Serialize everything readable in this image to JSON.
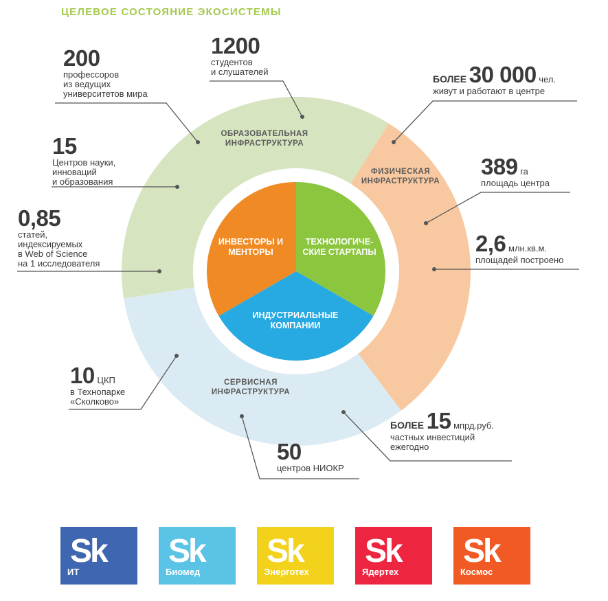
{
  "title": "ЦЕЛЕВОЕ СОСТОЯНИЕ ЭКОСИСТЕМЫ",
  "colors": {
    "education": "#d7e4c0",
    "physical": "#f8c9a0",
    "service": "#dbebf3",
    "investors": "#f08a24",
    "startups": "#8cc63f",
    "industrial": "#27a9e1",
    "accent_title": "#a4c94b",
    "line": "#555555"
  },
  "segments": {
    "education": "ОБРАЗОВАТЕЛЬНАЯ ИНФРАСТРУКТУРА",
    "physical": "ФИЗИЧЕСКАЯ ИНФРАСТРУКТУРА",
    "service": "СЕРВИСНАЯ ИНФРАСТРУКТУРА"
  },
  "core": {
    "investors": "ИНВЕСТОРЫ И МЕНТОРЫ",
    "startups": "ТЕХНОЛОГИЧЕ- СКИЕ СТАРТАПЫ",
    "industrial": "ИНДУСТРИАЛЬНЫЕ КОМПАНИИ"
  },
  "stats": {
    "professors": {
      "value": "200",
      "text1": "профессоров",
      "text2": "из ведущих",
      "text3": "университетов мира"
    },
    "students": {
      "value": "1200",
      "text1": "студентов",
      "text2": "и слушателей"
    },
    "people": {
      "prefix": "БОЛЕЕ",
      "value": "30 000",
      "unit": "чел.",
      "text1": "живут и работают в центре"
    },
    "centers": {
      "value": "15",
      "text1": "Центров науки,",
      "text2": "инноваций",
      "text3": "и образования"
    },
    "area": {
      "value": "389",
      "unit": "га",
      "text1": "площадь центра"
    },
    "articles": {
      "value": "0,85",
      "text1": "статей,",
      "text2": "индексируемых",
      "text3": "в Web of Science",
      "text4": "на 1 исследователя"
    },
    "built": {
      "value": "2,6",
      "unit": "млн.кв.м.",
      "text1": "площадей построено"
    },
    "ckp": {
      "value": "10",
      "unit": "ЦКП",
      "text1": "в Технопарке",
      "text2": "«Сколково»"
    },
    "investments": {
      "prefix": "БОЛЕЕ",
      "value": "15",
      "unit": "мпрд.руб.",
      "text1": "частных инвестиций",
      "text2": "ежегодно"
    },
    "niokr": {
      "value": "50",
      "text1": "центров НИОКР"
    }
  },
  "logos": [
    {
      "mark": "Sk",
      "name": "ИТ",
      "color": "#3f66b0"
    },
    {
      "mark": "Sk",
      "name": "Биомед",
      "color": "#5ac3e6"
    },
    {
      "mark": "Sk",
      "name": "Энерготех",
      "color": "#f2d21b"
    },
    {
      "mark": "Sk",
      "name": "Ядертех",
      "color": "#ee2541"
    },
    {
      "mark": "Sk",
      "name": "Космос",
      "color": "#f15a25"
    }
  ]
}
